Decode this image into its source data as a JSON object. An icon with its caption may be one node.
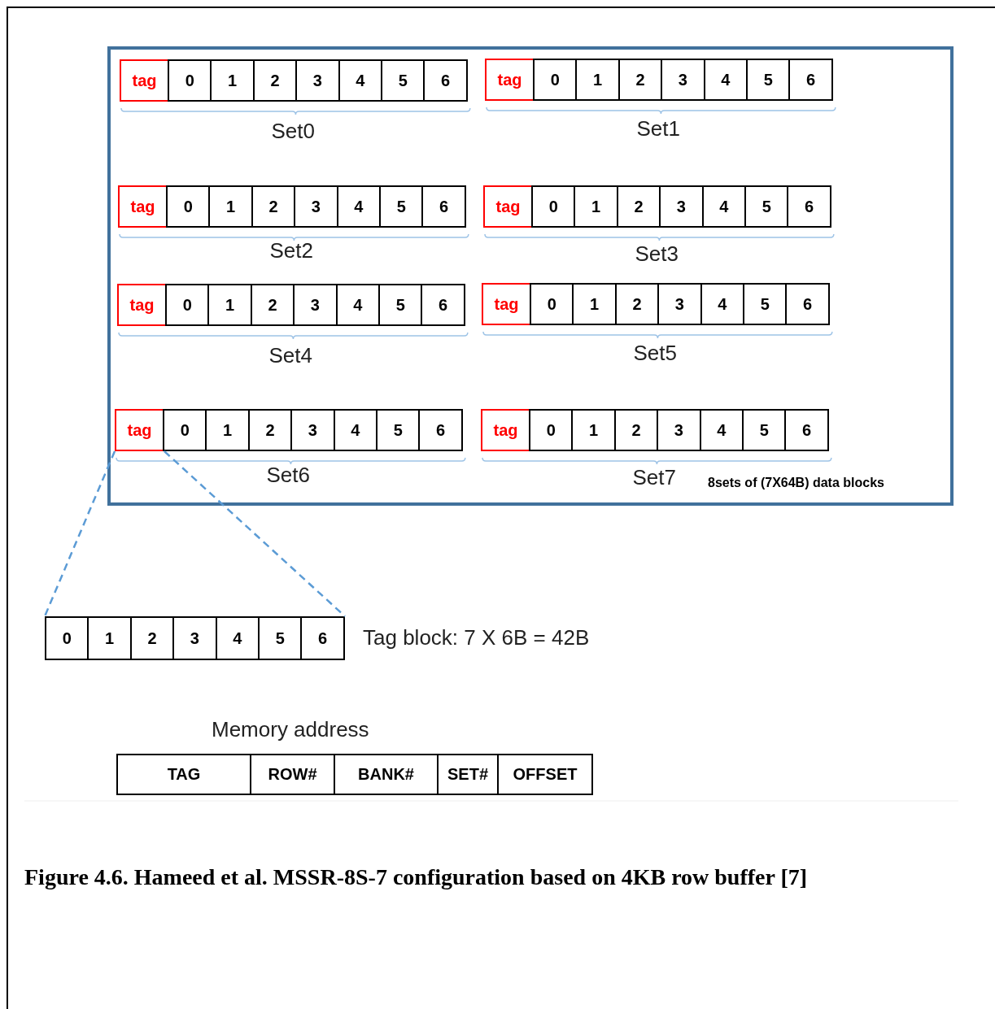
{
  "diagram": {
    "caption": "Figure 4.6. Hameed et al. MSSR-8S-7 configuration based on 4KB row buffer [7]",
    "nodes": [
      {
        "text": [
          "8sets of (7X64B) data blocks"
        ]
      },
      {
        "text": [
          "tag"
        ],
        "in": 0
      },
      {
        "text": [
          "0"
        ],
        "in": 0
      },
      {
        "text": [
          "1"
        ],
        "in": 0
      },
      {
        "text": [
          "2"
        ],
        "in": 0
      },
      {
        "text": [
          "3"
        ],
        "in": 0
      },
      {
        "text": [
          "4"
        ],
        "in": 0
      },
      {
        "text": [
          "5"
        ],
        "in": 0
      },
      {
        "text": [
          "6"
        ],
        "in": 0
      },
      {
        "text": [
          "tag"
        ],
        "in": 0
      },
      {
        "text": [
          "0"
        ],
        "in": 0
      },
      {
        "text": [
          "1"
        ],
        "in": 0
      },
      {
        "text": [
          "2"
        ],
        "in": 0
      },
      {
        "text": [
          "3"
        ],
        "in": 0
      },
      {
        "text": [
          "4"
        ],
        "in": 0
      },
      {
        "text": [
          "5"
        ],
        "in": 0
      },
      {
        "text": [
          "6"
        ],
        "in": 0
      },
      {
        "text": [
          "tag"
        ],
        "in": 0
      },
      {
        "text": [
          "0"
        ],
        "in": 0
      },
      {
        "text": [
          "1"
        ],
        "in": 0
      },
      {
        "text": [
          "2"
        ],
        "in": 0
      },
      {
        "text": [
          "3"
        ],
        "in": 0
      },
      {
        "text": [
          "4"
        ],
        "in": 0
      },
      {
        "text": [
          "5"
        ],
        "in": 0
      },
      {
        "text": [
          "6"
        ],
        "in": 0
      },
      {
        "text": [
          "tag"
        ],
        "in": 0
      },
      {
        "text": [
          "0"
        ],
        "in": 0
      },
      {
        "text": [
          "1"
        ],
        "in": 0
      },
      {
        "text": [
          "2"
        ],
        "in": 0
      },
      {
        "text": [
          "3"
        ],
        "in": 0
      },
      {
        "text": [
          "4"
        ],
        "in": 0
      },
      {
        "text": [
          "5"
        ],
        "in": 0
      },
      {
        "text": [
          "6"
        ],
        "in": 0
      },
      {
        "text": [
          "tag"
        ],
        "in": 0
      },
      {
        "text": [
          "0"
        ],
        "in": 0
      },
      {
        "text": [
          "1"
        ],
        "in": 0
      },
      {
        "text": [
          "2"
        ],
        "in": 0
      },
      {
        "text": [
          "3"
        ],
        "in": 0
      },
      {
        "text": [
          "4"
        ],
        "in": 0
      },
      {
        "text": [
          "5"
        ],
        "in": 0
      },
      {
        "text": [
          "6"
        ],
        "in": 0
      },
      {
        "text": [
          "tag"
        ],
        "in": 0
      },
      {
        "text": [
          "0"
        ],
        "in": 0
      },
      {
        "text": [
          "1"
        ],
        "in": 0
      },
      {
        "text": [
          "2"
        ],
        "in": 0
      },
      {
        "text": [
          "3"
        ],
        "in": 0
      },
      {
        "text": [
          "4"
        ],
        "in": 0
      },
      {
        "text": [
          "5"
        ],
        "in": 0
      },
      {
        "text": [
          "6"
        ],
        "in": 0
      },
      {
        "text": [
          "tag"
        ],
        "in": 0
      },
      {
        "text": [
          "0"
        ],
        "in": 0
      },
      {
        "text": [
          "1"
        ],
        "in": 0
      },
      {
        "text": [
          "2"
        ],
        "in": 0
      },
      {
        "text": [
          "3"
        ],
        "in": 0
      },
      {
        "text": [
          "4"
        ],
        "in": 0
      },
      {
        "text": [
          "5"
        ],
        "in": 0
      },
      {
        "text": [
          "6"
        ],
        "in": 0
      },
      {
        "text": [
          "tag"
        ],
        "in": 0
      },
      {
        "text": [
          "0"
        ],
        "in": 0
      },
      {
        "text": [
          "1"
        ],
        "in": 0
      },
      {
        "text": [
          "2"
        ],
        "in": 0
      },
      {
        "text": [
          "3"
        ],
        "in": 0
      },
      {
        "text": [
          "4"
        ],
        "in": 0
      },
      {
        "text": [
          "5"
        ],
        "in": 0
      },
      {
        "text": [
          "6"
        ],
        "in": 0
      },
      {
        "text": [],
        "shape": "box",
        "beside": [
          "Tag block: 7 X 6B = 42B"
        ]
      },
      {
        "text": [
          "0"
        ],
        "in": 65
      },
      {
        "text": [
          "1"
        ],
        "in": 65
      },
      {
        "text": [
          "2"
        ],
        "in": 65
      },
      {
        "text": [
          "3"
        ],
        "in": 65
      },
      {
        "text": [
          "4"
        ],
        "in": 65
      },
      {
        "text": [
          "5"
        ],
        "in": 65
      },
      {
        "text": [
          "6"
        ],
        "in": 65
      },
      {
        "text": [
          "Memory address"
        ]
      },
      {
        "text": [
          "TAG"
        ],
        "in": 73
      },
      {
        "text": [
          "ROW#"
        ],
        "in": 73
      },
      {
        "text": [
          "BANK#"
        ],
        "in": 73
      },
      {
        "text": [
          "SET#"
        ],
        "in": 73
      },
      {
        "text": [
          "OFFSET"
        ],
        "in": 73
      }
    ],
    "edges": [
      {
        "from": 49,
        "to": 65,
        "arrow": "none",
        "style": "dashed",
        "color": "#5b9bd5"
      },
      {
        "from": 49,
        "to": 65,
        "arrow": "none",
        "style": "dashed",
        "color": "#5b9bd5"
      }
    ],
    "labels": [
      "Set0",
      "Set1",
      "Set2",
      "Set3",
      "Set4",
      "Set5",
      "Set6",
      "Set7"
    ]
  }
}
